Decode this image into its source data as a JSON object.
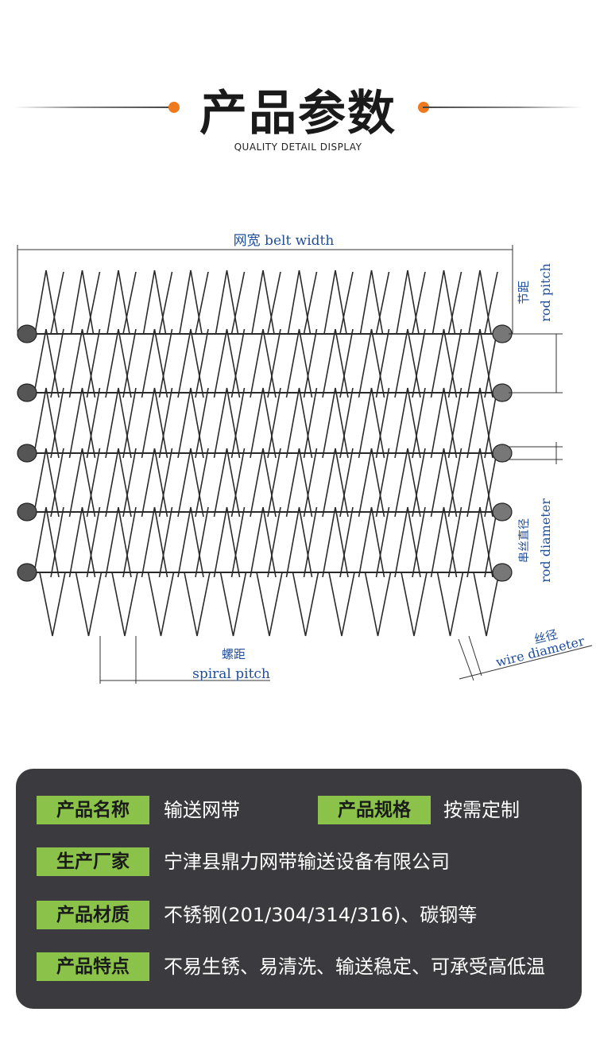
{
  "header": {
    "title": "产品参数",
    "subtitle": "QUALITY DETAIL DISPLAY",
    "accent_color": "#ee7a1f"
  },
  "diagram": {
    "belt_width_label": "网宽  belt width",
    "rod_pitch_cn": "节距",
    "rod_pitch_en": "rod pitch",
    "rod_diameter_cn": "串丝直径",
    "rod_diameter_en": "rod diameter",
    "wire_diameter_cn": "丝径",
    "wire_diameter_en": "wire diameter",
    "spiral_pitch_cn": "螺距",
    "spiral_pitch_en": "spiral pitch",
    "label_color": "#1f4e9c"
  },
  "specs": {
    "tag_color": "#8bc24a",
    "panel_color": "#3a3a3f",
    "product_name_label": "产品名称",
    "product_name_value": "输送网带",
    "product_spec_label": "产品规格",
    "product_spec_value": "按需定制",
    "manufacturer_label": "生产厂家",
    "manufacturer_value": "宁津县鼎力网带输送设备有限公司",
    "material_label": "产品材质",
    "material_value": "不锈钢(201/304/314/316)、碳钢等",
    "features_label": "产品特点",
    "features_value": "不易生锈、易清洗、输送稳定、可承受高低温"
  }
}
